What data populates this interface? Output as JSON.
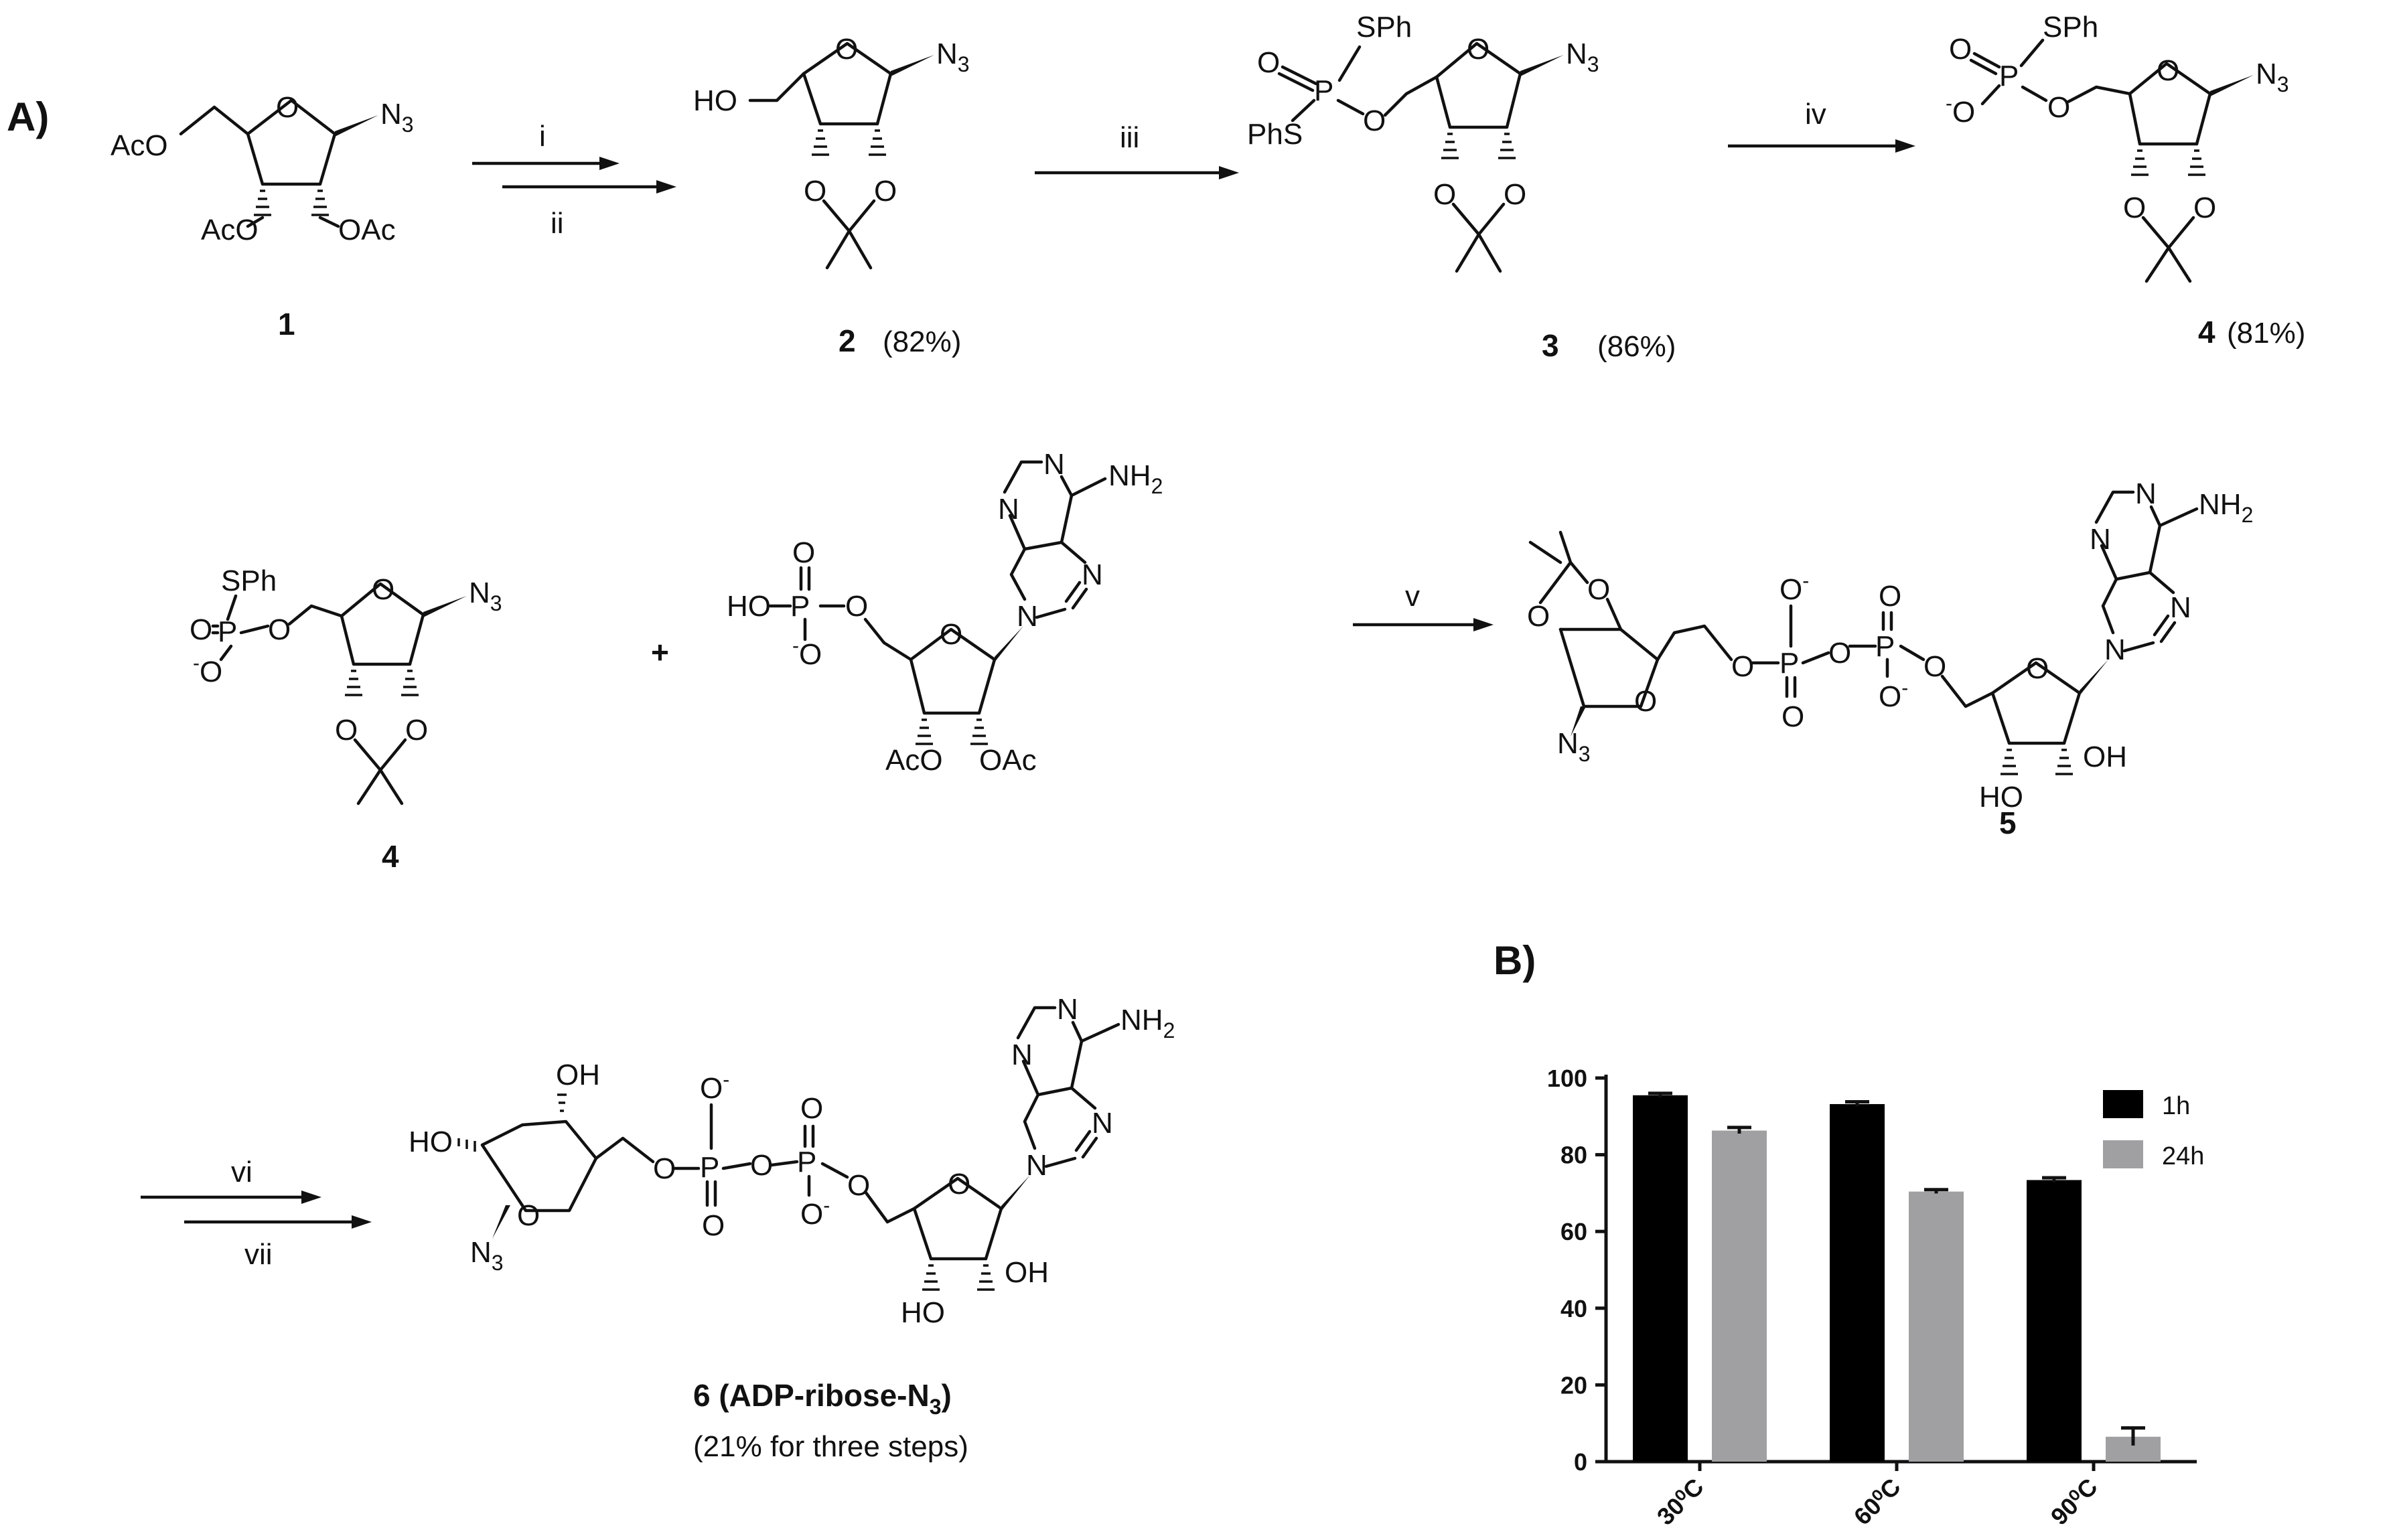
{
  "panel_a_label": "A)",
  "panel_b_label": "B)",
  "compounds": {
    "c1": {
      "number": "1",
      "yield": ""
    },
    "c2": {
      "number": "2",
      "yield": "(82%)"
    },
    "c3": {
      "number": "3",
      "yield": "(86%)"
    },
    "c4": {
      "number": "4",
      "yield": "(81%)"
    },
    "c4b": {
      "number": "4"
    },
    "c5": {
      "number": "5"
    },
    "c6": {
      "number": "6 (ADP-ribose-N",
      "sub": "3",
      "close": ")",
      "note": "(21% for three steps)"
    }
  },
  "reagents": {
    "r1": "i",
    "r2": "ii",
    "r3": "iii",
    "r4": "iv",
    "r5": "v",
    "r6": "vi",
    "r7": "vii"
  },
  "plus": "+",
  "atoms": {
    "AcO": "AcO",
    "OAc": "OAc",
    "O": "O",
    "N": "N",
    "N3": "N",
    "sub3": "3",
    "HO": "HO",
    "OH": "OH",
    "SPh": "SPh",
    "PhS": "PhS",
    "P": "P",
    "minusO": "O",
    "minus": "-",
    "NH2": "NH",
    "sub2": "2",
    "HOP": "HO"
  },
  "chart_data": {
    "type": "bar",
    "categories": [
      "30⁰C",
      "60⁰C",
      "90⁰C"
    ],
    "series": [
      {
        "name": "1h",
        "values": [
          95.5,
          93.2,
          73.4
        ],
        "errors": [
          0.5,
          0.6,
          0.6
        ],
        "color": "#000000"
      },
      {
        "name": "24h",
        "values": [
          86.3,
          70.4,
          6.5
        ],
        "errors": [
          0.8,
          0.5,
          2.3
        ],
        "color": "#a0a0a2"
      }
    ],
    "yticks": [
      "0",
      "20",
      "40",
      "60",
      "80",
      "100"
    ],
    "ylim": [
      0,
      100
    ],
    "legend_position": "top-right",
    "title": "",
    "xlabel": "",
    "ylabel": ""
  }
}
